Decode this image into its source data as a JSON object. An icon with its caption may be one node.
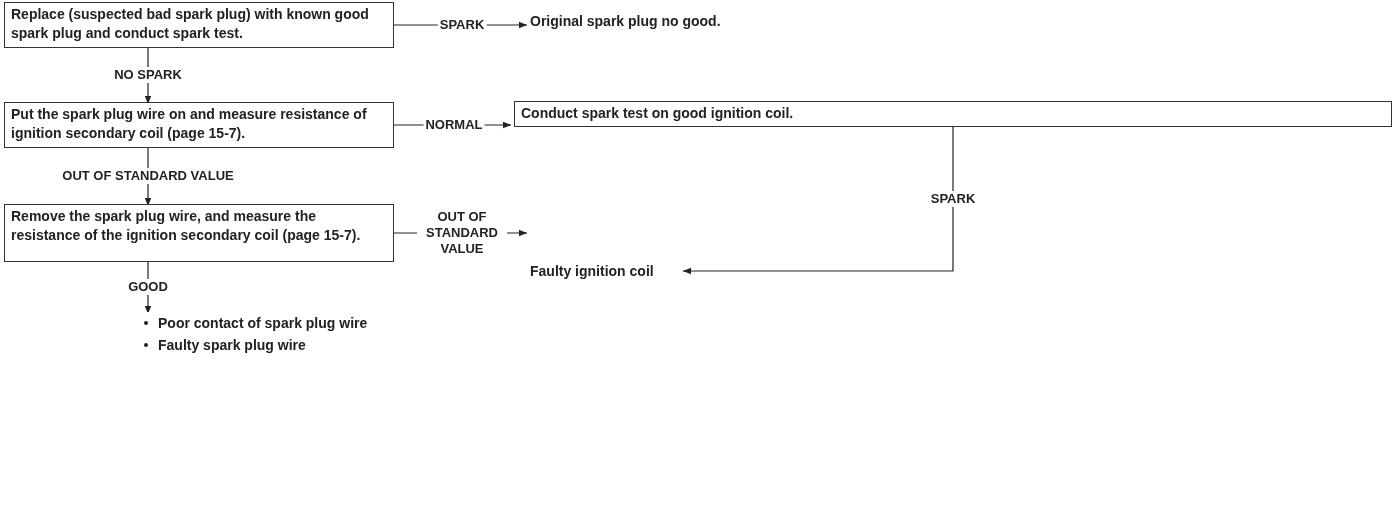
{
  "diagram": {
    "nodes": [
      {
        "text": [
          "Replace (suspected bad spark plug) with known good spark plug and conduct spark test."
        ]
      },
      {
        "text": [
          "Original spark plug no good."
        ]
      },
      {
        "text": [
          "Put the spark plug wire on and measure resistance of ignition secondary coil (page 15-7)."
        ]
      },
      {
        "text": [
          "Conduct spark test on good ignition coil."
        ]
      },
      {
        "text": [
          "Remove the spark plug wire, and measure the resistance of the ignition secondary coil (page 15-7)."
        ]
      },
      {
        "text": [
          "Faulty ignition coil"
        ]
      },
      {
        "text": [
          "Poor contact of spark plug wire",
          "Faulty spark plug wire"
        ]
      }
    ],
    "edges": [
      {
        "from": 0,
        "to": 1,
        "arrow": "to",
        "label": "SPARK"
      },
      {
        "from": 0,
        "to": 2,
        "arrow": "to",
        "label": "NO SPARK"
      },
      {
        "from": 2,
        "to": 3,
        "arrow": "to",
        "label": "NORMAL"
      },
      {
        "from": 2,
        "to": 4,
        "arrow": "to",
        "label": "OUT OF STANDARD VALUE"
      },
      {
        "from": 3,
        "to": 5,
        "arrow": "to",
        "label": "SPARK"
      },
      {
        "from": 4,
        "to": 5,
        "arrow": "to",
        "label": "OUT OF STANDARD VALUE"
      },
      {
        "from": 4,
        "to": 6,
        "arrow": "to",
        "label": "GOOD"
      }
    ]
  }
}
